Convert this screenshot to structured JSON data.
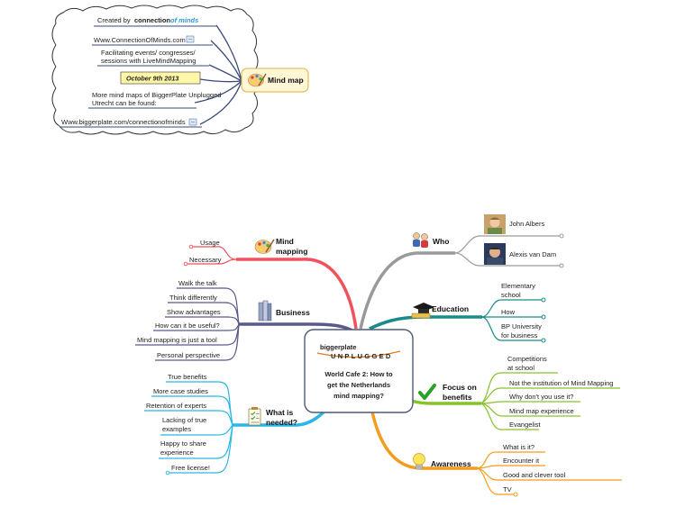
{
  "legend_box": {
    "created_by": "Created by",
    "brand": "connection",
    "brand_accent": "of minds",
    "website": "Www.ConnectionOfMinds.com",
    "facilitating_line1": "Facilitating events/ congresses/",
    "facilitating_line2": "sessions with LiveMindMapping",
    "date": "October 9th 2013",
    "more_maps_line1": "More mind maps of BiggerPlate Unplugged",
    "more_maps_line2": "Utrecht can be found:",
    "biggerplate_url": "Www.biggerplate.com/connectionofminds",
    "mindmap_label": "Mind map"
  },
  "center": {
    "logo_main": "biggerplate",
    "logo_sub": "UNPLUGGED",
    "title_line1": "World Cafe 2: How to",
    "title_line2": "get the Netherlands",
    "title_line3": "mind mapping?"
  },
  "branches": {
    "mind_mapping": {
      "label1": "Mind",
      "label2": "mapping",
      "children": [
        "Usage",
        "Necessary"
      ]
    },
    "business": {
      "label": "Business",
      "children": [
        "Walk the talk",
        "Think differently",
        "Show advantages",
        "How can it be useful?",
        "Mind mapping is just a tool",
        "Personal perspective"
      ]
    },
    "what_needed": {
      "label1": "What is",
      "label2": "needed?",
      "children": [
        "True benefits",
        "More case studies",
        "Retention of experts",
        "Lacking of true",
        "examples",
        "Happy to share",
        "experience",
        "Free license!"
      ]
    },
    "who": {
      "label": "Who",
      "children": [
        "John Albers",
        "Alexis van Dam"
      ]
    },
    "education": {
      "label": "Education",
      "children": [
        "Elementary",
        "school",
        "How",
        "BP University",
        "for business"
      ]
    },
    "focus": {
      "label1": "Focus on",
      "label2": "benefits",
      "children": [
        "Competitions",
        "at school",
        "Not the institution of Mind Mapping",
        "Why don't you use it?",
        "Mind map experience",
        "Evangelist"
      ]
    },
    "awareness": {
      "label": "Awareness",
      "children": [
        "What is it?",
        "Encounter it",
        "Good and clever tool",
        "TV"
      ]
    }
  },
  "colors": {
    "mind_mapping": "#f0525c",
    "business": "#5a5a8a",
    "what_needed": "#29b6e8",
    "who": "#9a9a9a",
    "education": "#1a8a8a",
    "focus": "#86c22a",
    "awareness": "#f39c1f",
    "legend_line": "#3a4a7a",
    "center_title": "#1d4f91",
    "date_box": "#fff6a8"
  }
}
